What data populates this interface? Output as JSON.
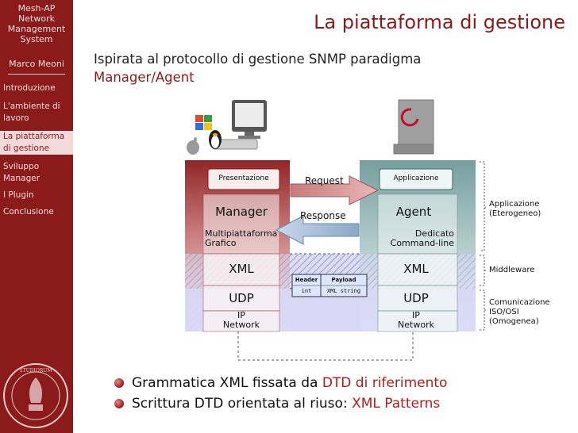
{
  "sidebar": {
    "title_lines": [
      "Mesh-AP",
      "Network",
      "Management",
      "System"
    ],
    "author": "Marco Meoni",
    "nav": [
      {
        "label": "Introduzione"
      },
      {
        "label": "L'ambiente di lavoro"
      },
      {
        "label": "La piattaforma di gestione"
      },
      {
        "label": "Sviluppo Manager"
      },
      {
        "label": "I Plugin"
      },
      {
        "label": "Conclusione"
      }
    ]
  },
  "slide": {
    "title": "La piattaforma di gestione",
    "subtitle_main": "Ispirata al protocollo di gestione SNMP paradigma",
    "subtitle_accent": "Manager/Agent"
  },
  "diagram": {
    "left": {
      "presentation": "Presentazione",
      "name": "Manager",
      "desc1": "Multipiattaforma",
      "desc2": "Grafico",
      "xml": "XML",
      "udp": "UDP",
      "ip": "IP",
      "net": "Network"
    },
    "right": {
      "presentation": "Applicazione",
      "name": "Agent",
      "desc1": "Dedicato",
      "desc2": "Command-line",
      "xml": "XML",
      "udp": "UDP",
      "ip": "IP",
      "net": "Network"
    },
    "request": "Request",
    "response": "Response",
    "packet": {
      "header": "Header",
      "header_type": "int",
      "payload": "Payload",
      "payload_type": "XML string"
    },
    "layers": {
      "applicazione": [
        "Applicazione",
        "(Eterogeneo)"
      ],
      "middleware": [
        "Middleware"
      ],
      "comunicazione": [
        "Comunicazione",
        "ISO/OSI",
        "(Omogenea)"
      ]
    },
    "colors": {
      "red": "#8b1a1a",
      "teal": "#6f9a9a",
      "lavender": "#d8d8f6",
      "hatch": "#9a9ad8"
    }
  },
  "bullets": [
    {
      "text": "Grammatica XML fissata da ",
      "accent": "DTD di riferimento"
    },
    {
      "text": "Scrittura DTD orientata al riuso: ",
      "accent": "XML Patterns"
    }
  ]
}
